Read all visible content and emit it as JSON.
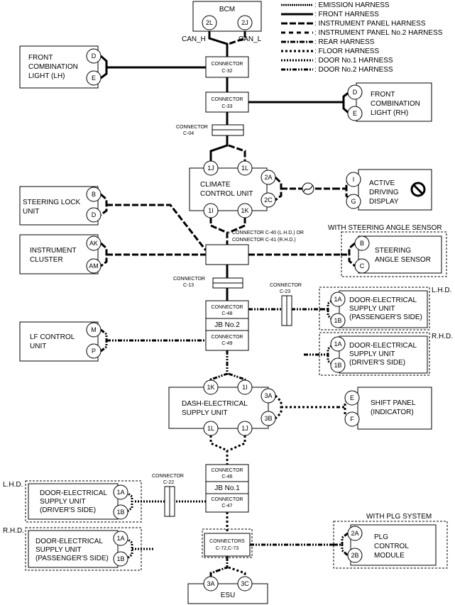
{
  "legend": [
    {
      "key": "emission",
      "label": ": EMISSION HARNESS"
    },
    {
      "key": "front",
      "label": ": FRONT HARNESS"
    },
    {
      "key": "ip",
      "label": ": INSTRUMENT PANEL HARNESS"
    },
    {
      "key": "ip2",
      "label": ": INSTRUMENT PANEL No.2 HARNESS"
    },
    {
      "key": "rear",
      "label": ": REAR HARNESS"
    },
    {
      "key": "floor",
      "label": ": FLOOR HARNESS"
    },
    {
      "key": "door1",
      "label": ": DOOR No.1 HARNESS"
    },
    {
      "key": "door2",
      "label": ": DOOR No.2 HARNESS"
    }
  ],
  "bcm": {
    "title": "BCM",
    "pin_left": "2L",
    "pin_right": "2J",
    "can_h": "CAN_H",
    "can_l": "CAN_L"
  },
  "front_light_lh": {
    "line1": "FRONT",
    "line2": "COMBINATION",
    "line3": "LIGHT (LH)",
    "pin1": "D",
    "pin2": "E"
  },
  "front_light_rh": {
    "line1": "FRONT",
    "line2": "COMBINATION",
    "line3": "LIGHT (RH)",
    "pin1": "D",
    "pin2": "E"
  },
  "c32": {
    "line1": "CONNECTOR",
    "line2": "C-32"
  },
  "c33": {
    "line1": "CONNECTOR",
    "line2": "C-33"
  },
  "c04": {
    "line1": "CONNECTOR",
    "line2": "C-04"
  },
  "climate": {
    "line1": "CLIMATE",
    "line2": "CONTROL UNIT",
    "pin_1j": "1J",
    "pin_1l": "1L",
    "pin_1i": "1I",
    "pin_1k": "1K",
    "pin_2a": "2A",
    "pin_2c": "2C"
  },
  "active_display": {
    "line1": "ACTIVE",
    "line2": "DRIVING",
    "line3": "DISPLAY",
    "pin1": "I",
    "pin2": "G"
  },
  "steering_lock": {
    "line1": "STEERING LOCK",
    "line2": "UNIT",
    "pin1": "B",
    "pin2": "D"
  },
  "c40": {
    "line1": "CONNECTOR C-40 (L.H.D.) OR",
    "line2": "CONNECTOR C-41 (R.H.D.)"
  },
  "with_steering": "WITH STEERING ANGLE SENSOR",
  "steering_angle": {
    "line1": "STEERING",
    "line2": "ANGLE SENSOR",
    "pin1": "B",
    "pin2": "C"
  },
  "instrument": {
    "line1": "INSTRUMENT",
    "line2": "CLUSTER",
    "pin1": "AK",
    "pin2": "AM"
  },
  "c13": {
    "line1": "CONNECTOR",
    "line2": "C-13"
  },
  "c23": {
    "line1": "CONNECTOR",
    "line2": "C-23"
  },
  "c48": {
    "line1": "CONNECTOR",
    "line2": "C-48"
  },
  "jb2": "JB No.2",
  "c49": {
    "line1": "CONNECTOR",
    "line2": "C-49"
  },
  "lhd": "L.H.D.",
  "rhd": "R.H.D.",
  "door_pass_top": {
    "line1": "DOOR-ELECTRICAL",
    "line2": "SUPPLY UNIT",
    "line3": "(PASSENGER'S SIDE)",
    "pin1": "1A",
    "pin2": "1B"
  },
  "door_drv_top": {
    "line1": "DOOR-ELECTRICAL",
    "line2": "SUPPLY UNIT",
    "line3": "(DRIVER'S SIDE)",
    "pin1": "1A",
    "pin2": "1B"
  },
  "lf_control": {
    "line1": "LF CONTROL",
    "line2": "UNIT",
    "pin1": "M",
    "pin2": "P"
  },
  "dash": {
    "line1": "DASH-ELECTRICAL",
    "line2": "SUPPLY UNIT",
    "pin_1k": "1K",
    "pin_1i": "1I",
    "pin_1l": "1L",
    "pin_1j": "1J",
    "pin_3a": "3A",
    "pin_3b": "3B"
  },
  "shift": {
    "line1": "SHIFT PANEL",
    "line2": "(INDICATOR)",
    "pin1": "E",
    "pin2": "F"
  },
  "c46": {
    "line1": "CONNECTOR",
    "line2": "C-46"
  },
  "jb1": "JB No.1",
  "c47": {
    "line1": "CONNECTOR",
    "line2": "C-47"
  },
  "c22": {
    "line1": "CONNECTOR",
    "line2": "C-22"
  },
  "door_drv_bot": {
    "line1": "DOOR-ELECTRICAL",
    "line2": "SUPPLY UNIT",
    "line3": "(DRIVER'S SIDE)",
    "pin1": "1A",
    "pin2": "1B"
  },
  "door_pass_bot": {
    "line1": "DOOR-ELECTRICAL",
    "line2": "SUPPLY UNIT",
    "line3": "(PASSENGER'S SIDE)",
    "pin1": "1A",
    "pin2": "1B"
  },
  "with_plg": "WITH PLG SYSTEM",
  "c72": {
    "line1": "CONNECTORS",
    "line2": "C-72,C-73"
  },
  "plg": {
    "line1": "PLG",
    "line2": "CONTROL",
    "line3": "MODULE",
    "pin1": "2A",
    "pin2": "2B"
  },
  "esu": {
    "title": "ESU",
    "pin1": "3A",
    "pin2": "3C"
  }
}
